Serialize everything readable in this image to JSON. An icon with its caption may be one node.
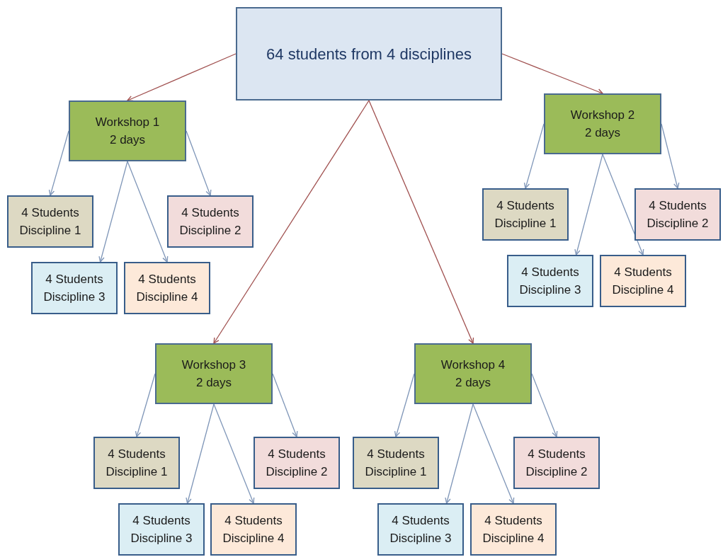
{
  "diagram": {
    "nodes": [
      {
        "text": [
          "64 students from 4 disciplines"
        ]
      },
      {
        "text": [
          "Workshop 1",
          "2 days"
        ]
      },
      {
        "text": [
          "4 Students",
          "Discipline 1"
        ]
      },
      {
        "text": [
          "4 Students",
          "Discipline 2"
        ]
      },
      {
        "text": [
          "4 Students",
          "Discipline 3"
        ]
      },
      {
        "text": [
          "4 Students",
          "Discipline 4"
        ]
      },
      {
        "text": [
          "Workshop 2",
          "2 days"
        ]
      },
      {
        "text": [
          "4 Students",
          "Discipline 1"
        ]
      },
      {
        "text": [
          "4 Students",
          "Discipline 2"
        ]
      },
      {
        "text": [
          "4 Students",
          "Discipline 3"
        ]
      },
      {
        "text": [
          "4 Students",
          "Discipline 4"
        ]
      },
      {
        "text": [
          "Workshop 3",
          "2 days"
        ]
      },
      {
        "text": [
          "4 Students",
          "Discipline 1"
        ]
      },
      {
        "text": [
          "4 Students",
          "Discipline 2"
        ]
      },
      {
        "text": [
          "4 Students",
          "Discipline 3"
        ]
      },
      {
        "text": [
          "4 Students",
          "Discipline 4"
        ]
      },
      {
        "text": [
          "Workshop 4",
          "2 days"
        ]
      },
      {
        "text": [
          "4 Students",
          "Discipline 1"
        ]
      },
      {
        "text": [
          "4 Students",
          "Discipline 2"
        ]
      },
      {
        "text": [
          "4 Students",
          "Discipline 3"
        ]
      },
      {
        "text": [
          "4 Students",
          "Discipline 4"
        ]
      }
    ],
    "edges": [
      {
        "from": 0,
        "to": 1,
        "arrow": "to",
        "color": "#a0504f"
      },
      {
        "from": 0,
        "to": 6,
        "arrow": "to",
        "color": "#a0504f"
      },
      {
        "from": 0,
        "to": 11,
        "arrow": "to",
        "color": "#a0504f"
      },
      {
        "from": 0,
        "to": 16,
        "arrow": "to",
        "color": "#a0504f"
      },
      {
        "from": 1,
        "to": 2,
        "arrow": "to"
      },
      {
        "from": 1,
        "to": 3,
        "arrow": "to"
      },
      {
        "from": 1,
        "to": 4,
        "arrow": "to"
      },
      {
        "from": 1,
        "to": 5,
        "arrow": "to"
      },
      {
        "from": 6,
        "to": 7,
        "arrow": "to"
      },
      {
        "from": 6,
        "to": 8,
        "arrow": "to"
      },
      {
        "from": 6,
        "to": 9,
        "arrow": "to"
      },
      {
        "from": 6,
        "to": 10,
        "arrow": "to"
      },
      {
        "from": 11,
        "to": 12,
        "arrow": "to"
      },
      {
        "from": 11,
        "to": 13,
        "arrow": "to"
      },
      {
        "from": 11,
        "to": 14,
        "arrow": "to"
      },
      {
        "from": 11,
        "to": 15,
        "arrow": "to"
      },
      {
        "from": 16,
        "to": 17,
        "arrow": "to"
      },
      {
        "from": 16,
        "to": 18,
        "arrow": "to"
      },
      {
        "from": 16,
        "to": 19,
        "arrow": "to"
      },
      {
        "from": 16,
        "to": 20,
        "arrow": "to"
      }
    ]
  }
}
